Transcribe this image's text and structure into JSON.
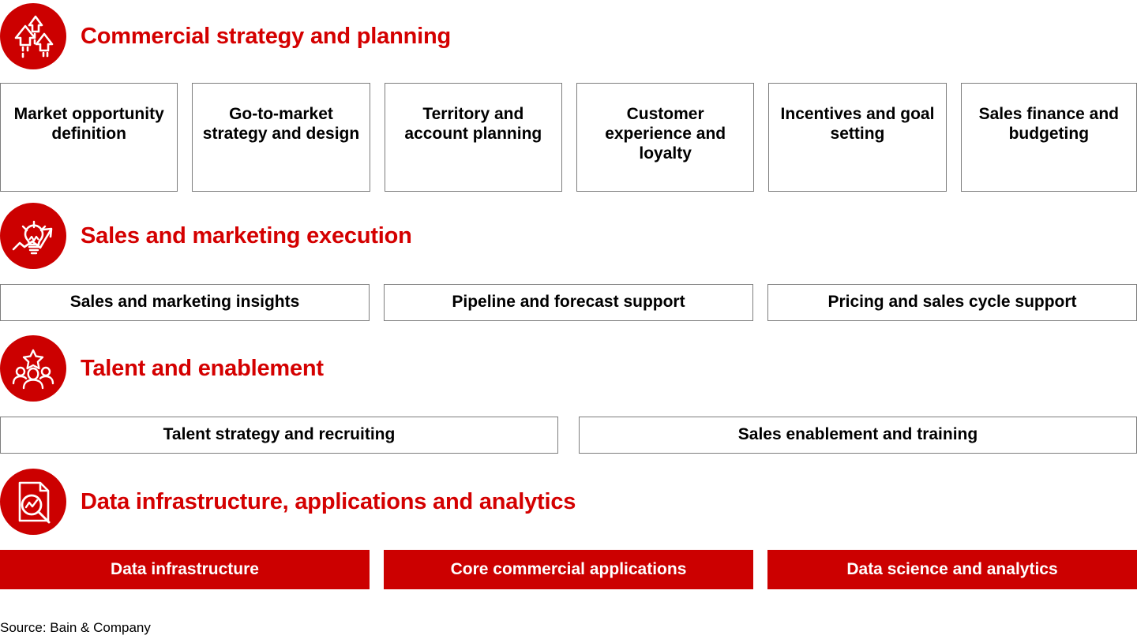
{
  "sections": [
    {
      "id": "commercial-strategy-and-planning",
      "title": "Commercial strategy and planning",
      "icon": "arrows-up-icon",
      "items": [
        {
          "label": "Market opportunity definition"
        },
        {
          "label": "Go-to-market strategy and design"
        },
        {
          "label": "Territory and account planning"
        },
        {
          "label": "Customer experience and loyalty"
        },
        {
          "label": "Incentives and goal setting"
        },
        {
          "label": "Sales finance and budgeting"
        }
      ]
    },
    {
      "id": "sales-and-marketing-execution",
      "title": "Sales and marketing execution",
      "icon": "lightbulb-growth-icon",
      "items": [
        {
          "label": "Sales and marketing insights"
        },
        {
          "label": "Pipeline and forecast support"
        },
        {
          "label": "Pricing and sales cycle support"
        }
      ]
    },
    {
      "id": "talent-and-enablement",
      "title": "Talent and enablement",
      "icon": "people-star-icon",
      "items": [
        {
          "label": "Talent strategy and recruiting"
        },
        {
          "label": "Sales enablement and training"
        }
      ]
    },
    {
      "id": "data-infrastructure-applications-and-analytics",
      "title": "Data infrastructure, applications and analytics",
      "icon": "document-magnifier-chart-icon",
      "items": [
        {
          "label": "Data infrastructure"
        },
        {
          "label": "Core commercial applications"
        },
        {
          "label": "Data science and analytics"
        }
      ]
    }
  ],
  "footer": {
    "source": "Source: Bain & Company"
  },
  "colors": {
    "brand_red": "#CC0000",
    "title_red": "#D40000",
    "box_border": "#7d7d7d",
    "text_black": "#000000",
    "bar_text": "#FFFFFF"
  }
}
